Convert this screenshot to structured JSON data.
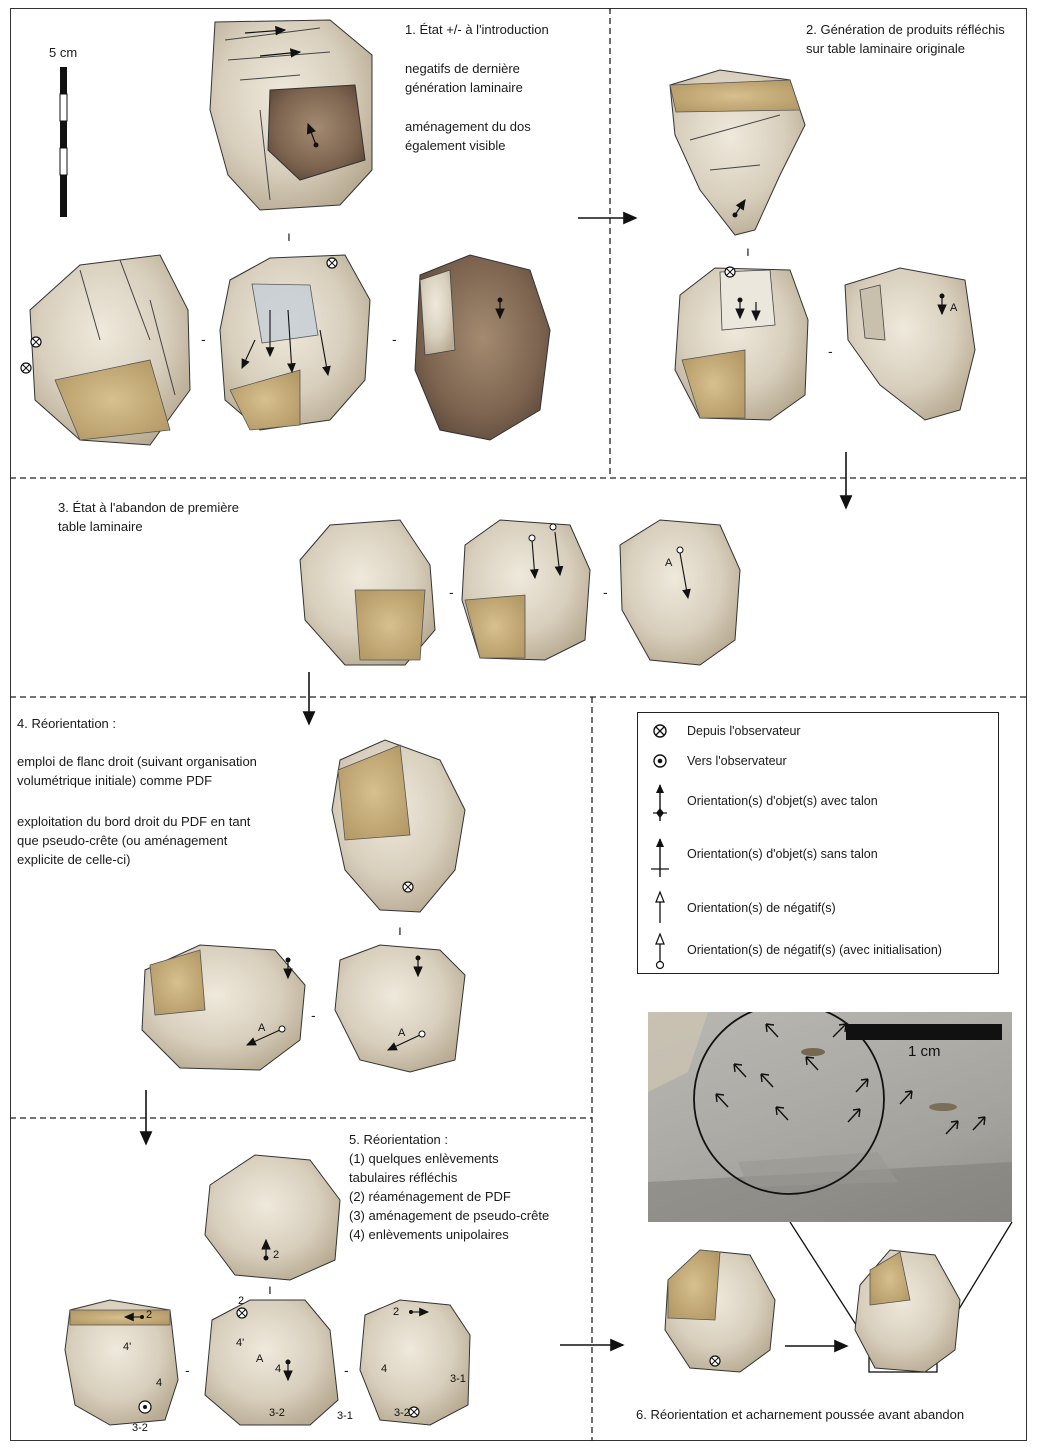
{
  "sections": {
    "s1": {
      "heading": "1. État +/- à l'introduction",
      "notes": [
        "negatifs de dernière",
        "génération laminaire",
        "aménagement du dos",
        "également visible"
      ]
    },
    "s2": {
      "heading_line1": "2. Génération de produits réfléchis",
      "heading_line2": "sur table laminaire originale"
    },
    "s3": {
      "heading_line1": "3. État à l'abandon de première",
      "heading_line2": "table laminaire"
    },
    "s4": {
      "heading": "4. Réorientation :",
      "lines": [
        "emploi de flanc droit (suivant organisation",
        "volumétrique initiale) comme PDF",
        "exploitation du bord droit du PDF en tant",
        "que pseudo-crête (ou aménagement",
        "explicite de celle-ci)"
      ]
    },
    "s5": {
      "heading": "5. Réorientation :",
      "lines": [
        "(1) quelques enlèvements",
        "tabulaires réfléchis",
        "(2) réaménagement de PDF",
        "(3) aménagement de pseudo-crête",
        "(4) enlèvements unipolaires"
      ]
    },
    "s6": {
      "heading": "6. Réorientation et  acharnement poussée avant abandon"
    }
  },
  "scale_bar": {
    "label": "5 cm"
  },
  "zoom_scale": {
    "label": "1 cm"
  },
  "legend": [
    {
      "icon": "depuis-observateur",
      "label": "Depuis l'observateur"
    },
    {
      "icon": "vers-observateur",
      "label": "Vers l'observateur"
    },
    {
      "icon": "objet-avec-talon",
      "label": "Orientation(s) d'objet(s) avec talon"
    },
    {
      "icon": "objet-sans-talon",
      "label": "Orientation(s) d'objet(s) sans talon"
    },
    {
      "icon": "negatif",
      "label": "Orientation(s) de négatif(s)"
    },
    {
      "icon": "negatif-initialisation",
      "label": "Orientation(s) de négatif(s) (avec initialisation)"
    }
  ],
  "view_separators": {
    "dash": "-",
    "tick": "ı"
  },
  "markers": {
    "A": "A",
    "n2": "2",
    "n4": "4",
    "n4p": "4'",
    "n3_1": "3-1",
    "n3_2": "3-2"
  },
  "colors": {
    "flint": "#d9d0c0",
    "cortex": "#c8b184",
    "patina": "#8a6f55",
    "line": "#222222"
  }
}
